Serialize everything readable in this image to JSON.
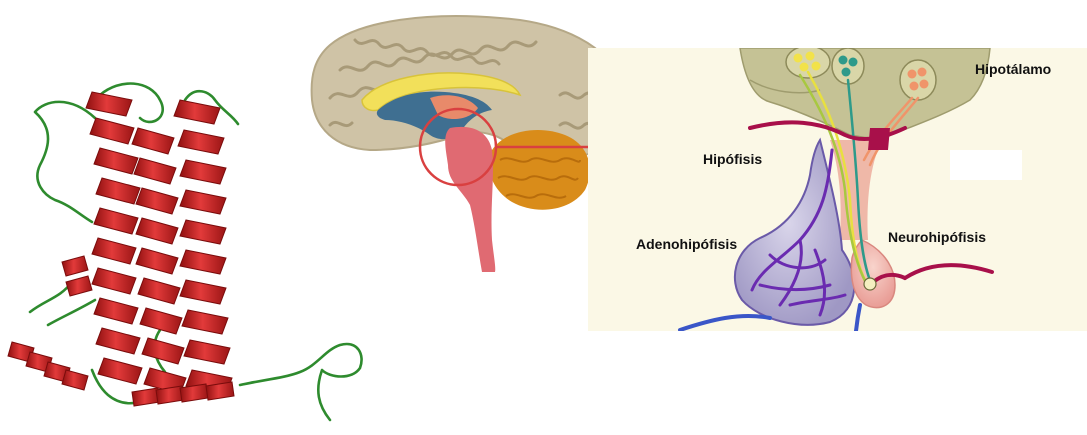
{
  "labels": {
    "hipotalamo": "Hipotálamo",
    "hipofisis": "Hipófisis",
    "adenohipofisis": "Adenohipófisis",
    "neurohipofisis": "Neurohipófisis"
  },
  "colors": {
    "helix": "#d42a2a",
    "loop": "#2e8b2e",
    "brain": "#cfc3a6",
    "cerebellum": "#d98c1a",
    "brainstem": "#e06a72",
    "corpus_callosum": "#f2e05a",
    "ventricle": "#3f6f91",
    "panel_bg": "#fbf8e6",
    "hypothalamus": "#c5c295",
    "artery": "#a8104a",
    "vein": "#3a56c8",
    "portal": "#6a2bb0",
    "adenohypophysis": "#b9b3d6",
    "neurohypophysis": "#f2b8b0"
  },
  "icons": [
    "protein-helix-structure",
    "brain-sagittal-section",
    "pituitary-gland-diagram"
  ]
}
